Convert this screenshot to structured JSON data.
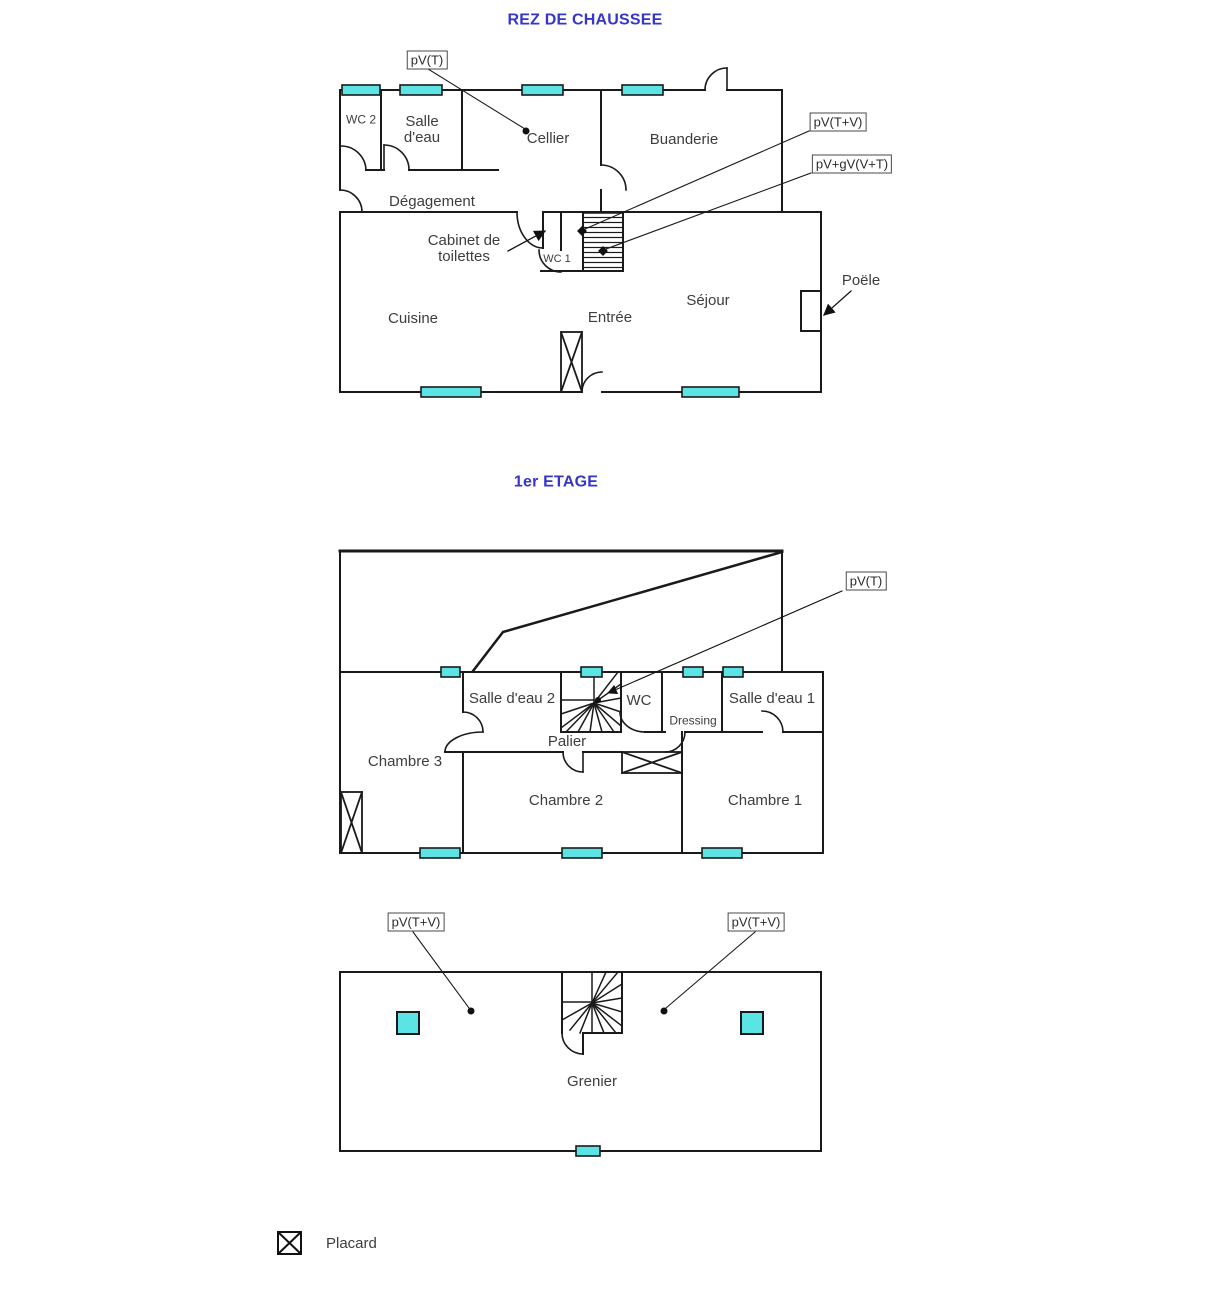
{
  "titles": {
    "ground": "REZ DE CHAUSSEE",
    "first": "1er ETAGE"
  },
  "ground_floor": {
    "rooms": {
      "wc2": "WC 2",
      "salle_deau": "Salle d'eau",
      "cellier": "Cellier",
      "buanderie": "Buanderie",
      "degagement": "Dégagement",
      "wc1": "WC 1",
      "cuisine": "Cuisine",
      "entree": "Entrée",
      "sejour": "Séjour"
    },
    "annotations": {
      "cabinet_de_toilettes": "Cabinet de toilettes",
      "poele": "Poële"
    },
    "callouts": {
      "pv_t": "pV(T)",
      "pv_t_v": "pV(T+V)",
      "pv_gv_v_t": "pV+gV(V+T)"
    }
  },
  "first_floor": {
    "rooms": {
      "salle_deau_2": "Salle d'eau 2",
      "wc": "WC",
      "dressing": "Dressing",
      "salle_deau_1": "Salle d'eau 1",
      "palier": "Palier",
      "chambre_3": "Chambre 3",
      "chambre_2": "Chambre 2",
      "chambre_1": "Chambre 1"
    },
    "callouts": {
      "pv_t": "pV(T)"
    }
  },
  "attic": {
    "rooms": {
      "grenier": "Grenier"
    },
    "callouts": {
      "pv_t_v_left": "pV(T+V)",
      "pv_t_v_right": "pV(T+V)"
    }
  },
  "legend": {
    "placard": "Placard"
  },
  "colors": {
    "window_fill": "#5CE4E4",
    "wall": "#1A1A1A",
    "title_text": "#3535CA",
    "label_text": "#3D3D3D"
  }
}
